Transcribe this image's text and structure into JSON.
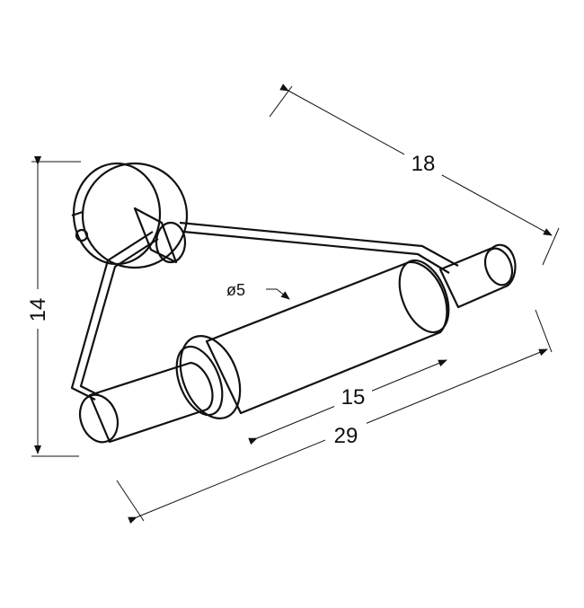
{
  "dimensions": {
    "height": "14",
    "depth": "18",
    "total_width": "29",
    "roll_length": "15",
    "diameter": "ø5"
  }
}
